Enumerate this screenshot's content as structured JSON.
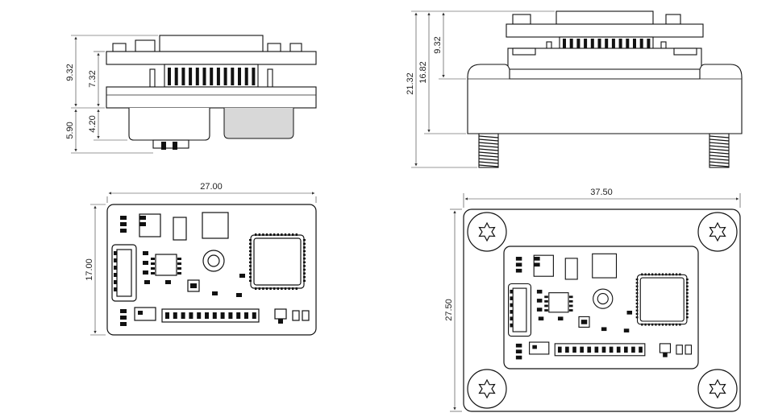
{
  "dimensions": {
    "side_small": {
      "h1": "9.32",
      "h2": "7.32",
      "h3": "4.20",
      "h4": "5.90"
    },
    "side_large": {
      "h1": "21.32",
      "h2": "16.82",
      "h3": "9.32"
    },
    "top_small": {
      "width": "27.00",
      "height": "17.00"
    },
    "top_large": {
      "width": "37.50",
      "height": "27.50"
    }
  },
  "colors": {
    "line": "#111111",
    "background": "#ffffff"
  }
}
